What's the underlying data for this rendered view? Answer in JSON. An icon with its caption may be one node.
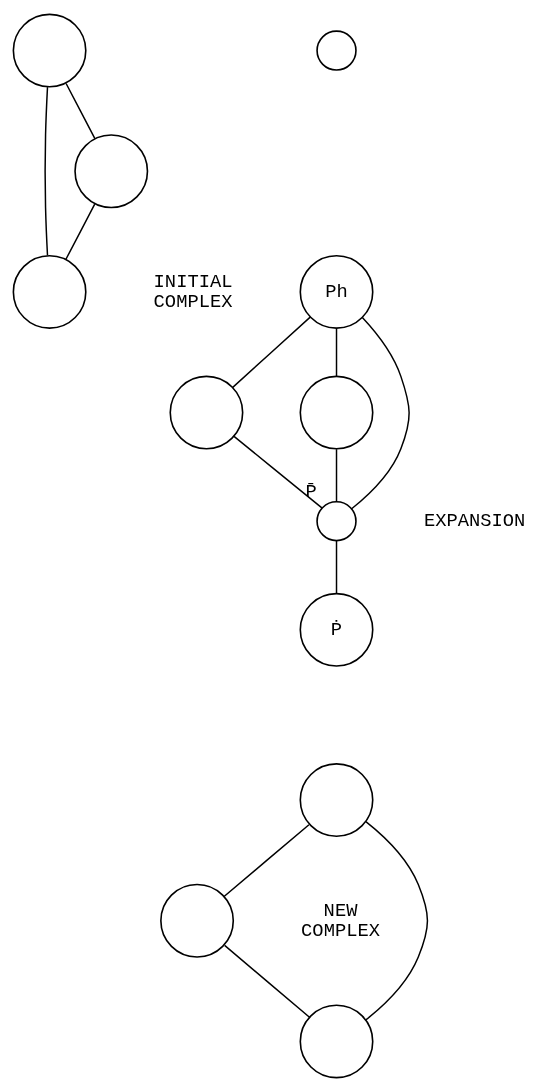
{
  "diagram": {
    "nodes": [
      {
        "text": [],
        "shape": "circle"
      },
      {
        "text": [],
        "shape": "circle"
      },
      {
        "text": [],
        "shape": "circle"
      },
      {
        "text": [],
        "shape": "circle"
      },
      {
        "text": [
          "Ph"
        ]
      },
      {
        "text": [],
        "shape": "circle"
      },
      {
        "text": [],
        "shape": "circle"
      },
      {
        "text": [],
        "shape": "circle",
        "beside": [
          "P̄"
        ]
      },
      {
        "text": [
          "Ṗ"
        ]
      },
      {
        "text": [],
        "shape": "circle"
      },
      {
        "text": [],
        "shape": "circle"
      },
      {
        "text": [],
        "shape": "circle"
      }
    ],
    "edges": [
      {
        "from": 0,
        "to": 1,
        "arrow": "none"
      },
      {
        "from": 0,
        "to": 2,
        "arrow": "none"
      },
      {
        "from": 2,
        "to": 1,
        "arrow": "none"
      },
      {
        "from": 4,
        "to": 5,
        "arrow": "none"
      },
      {
        "from": 4,
        "to": 6,
        "arrow": "none"
      },
      {
        "from": 4,
        "to": 7,
        "arrow": "none"
      },
      {
        "from": 5,
        "to": 7,
        "arrow": "none"
      },
      {
        "from": 6,
        "to": 7,
        "arrow": "none"
      },
      {
        "from": 7,
        "to": 8,
        "arrow": "none"
      },
      {
        "from": 9,
        "to": 10,
        "arrow": "none"
      },
      {
        "from": 10,
        "to": 11,
        "arrow": "none"
      },
      {
        "from": 9,
        "to": 11,
        "arrow": "none"
      }
    ],
    "labels": [
      "INITIAL COMPLEX",
      "EXPANSION",
      "NEW COMPLEX"
    ]
  }
}
